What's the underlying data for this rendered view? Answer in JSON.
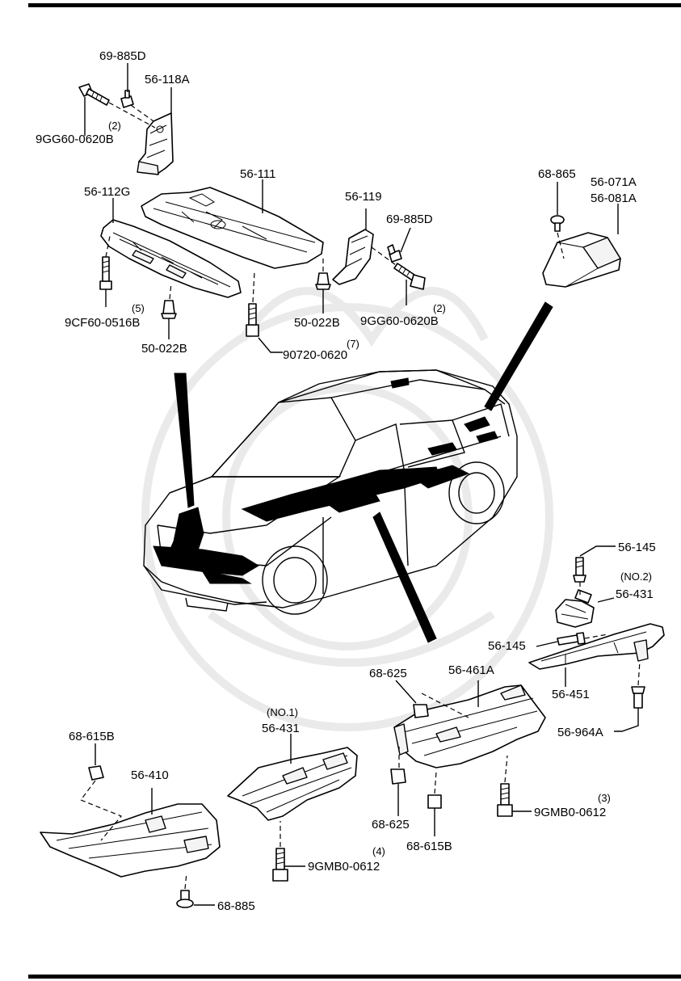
{
  "labels": {
    "p69_885D_top": "69-885D",
    "p56_118A": "56-118A",
    "p9GG60_left": "9GG60-0620B",
    "q2_left": "(2)",
    "p56_111": "56-111",
    "p56_112G": "56-112G",
    "p9CF60": "9CF60-0516B",
    "q5": "(5)",
    "p50_022B_left": "50-022B",
    "p50_022B_right": "50-022B",
    "p90720": "90720-0620",
    "q7": "(7)",
    "p56_119": "56-119",
    "p69_885D_right": "69-885D",
    "p9GG60_right": "9GG60-0620B",
    "q2_right": "(2)",
    "p68_865": "68-865",
    "p56_071A": "56-071A",
    "p56_081A": "56-081A",
    "p56_145_top": "56-145",
    "no2": "(NO.2)",
    "p56_431_no2": "56-431",
    "p56_145_mid": "56-145",
    "p56_451": "56-451",
    "p56_964A": "56-964A",
    "p68_625_top": "68-625",
    "p56_461A": "56-461A",
    "p68_625_bot": "68-625",
    "p68_615B_right": "68-615B",
    "p9GMB0_right": "9GMB0-0612",
    "q3": "(3)",
    "no1": "(NO.1)",
    "p56_431_no1": "56-431",
    "p9GMB0_left": "9GMB0-0612",
    "q4": "(4)",
    "p68_615B_left": "68-615B",
    "p56_410": "56-410",
    "p68_885": "68-885"
  }
}
